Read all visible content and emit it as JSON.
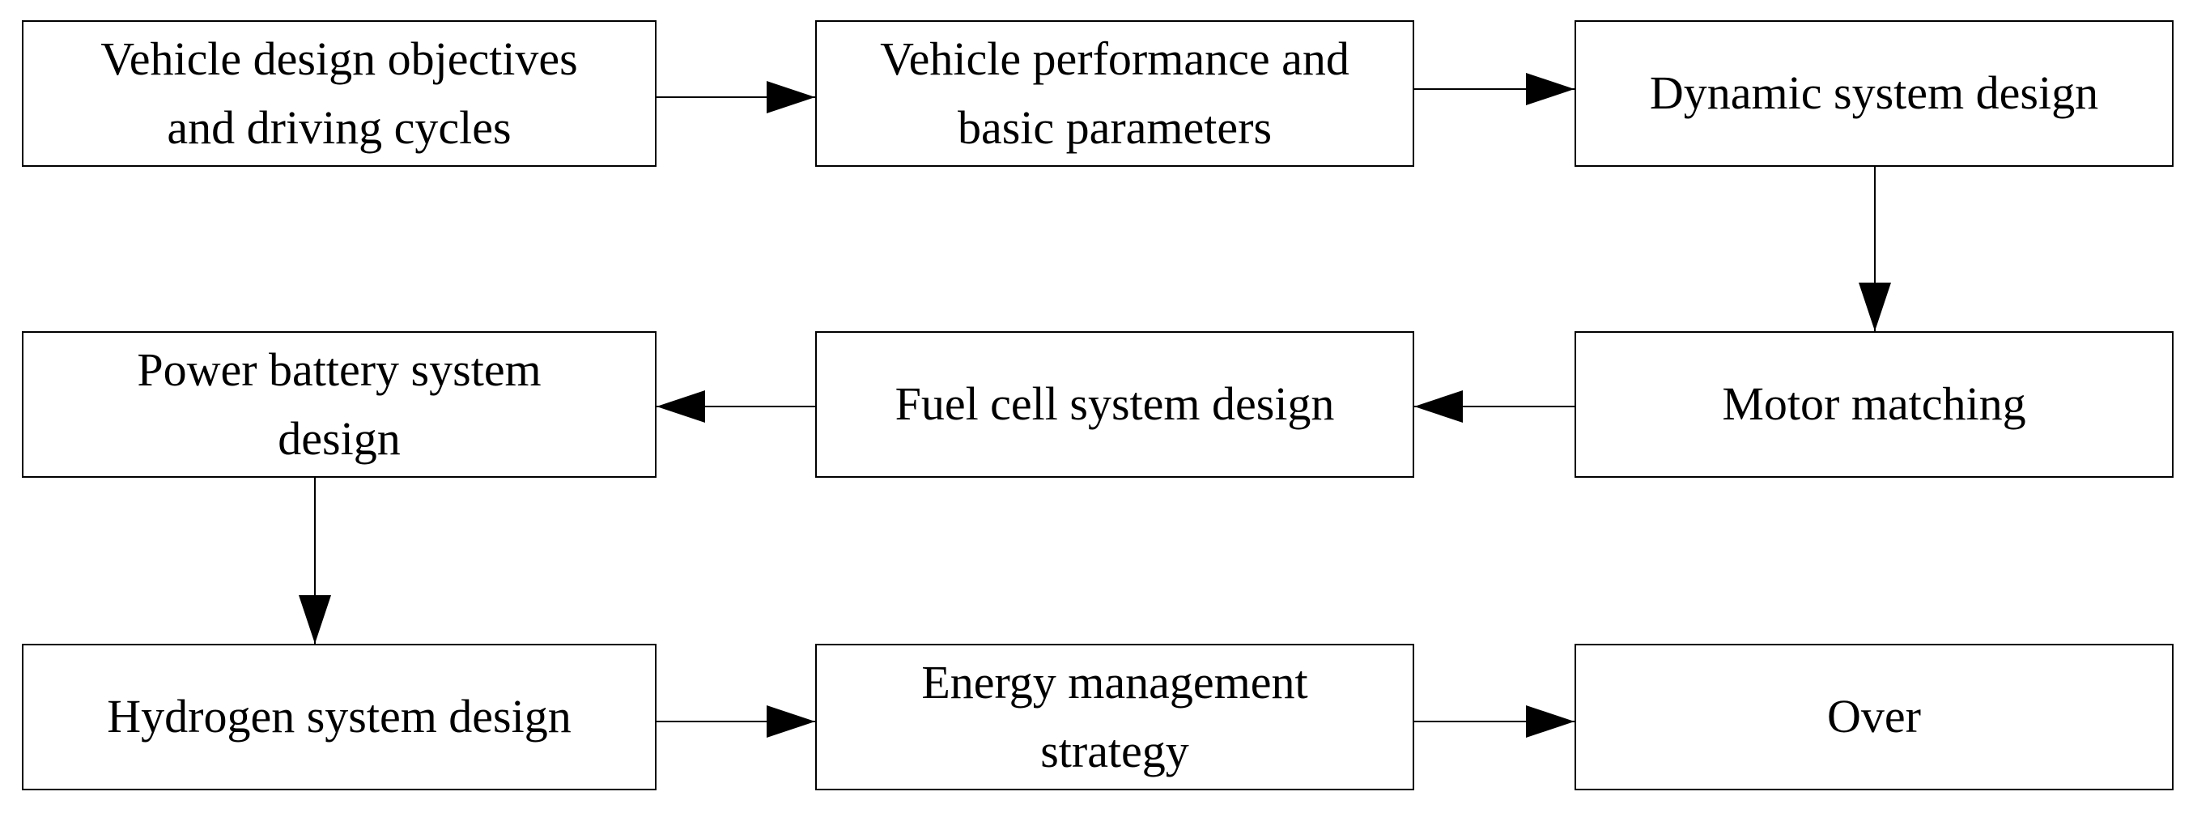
{
  "flowchart": {
    "steps": [
      {
        "label": "Vehicle design objectives\nand driving cycles"
      },
      {
        "label": "Vehicle performance and\nbasic parameters"
      },
      {
        "label": "Dynamic system design"
      },
      {
        "label": "Motor matching"
      },
      {
        "label": "Fuel cell system design"
      },
      {
        "label": "Power battery system\ndesign"
      },
      {
        "label": "Hydrogen system design"
      },
      {
        "label": "Energy management\nstrategy"
      },
      {
        "label": "Over"
      }
    ],
    "connections": [
      {
        "from": "Vehicle design objectives and driving cycles",
        "to": "Vehicle performance and basic parameters"
      },
      {
        "from": "Vehicle performance and basic parameters",
        "to": "Dynamic system design"
      },
      {
        "from": "Dynamic system design",
        "to": "Motor matching"
      },
      {
        "from": "Motor matching",
        "to": "Fuel cell system design"
      },
      {
        "from": "Fuel cell system design",
        "to": "Power battery system design"
      },
      {
        "from": "Power battery system design",
        "to": "Hydrogen system design"
      },
      {
        "from": "Hydrogen system design",
        "to": "Energy management strategy"
      },
      {
        "from": "Energy management strategy",
        "to": "Over"
      }
    ]
  }
}
